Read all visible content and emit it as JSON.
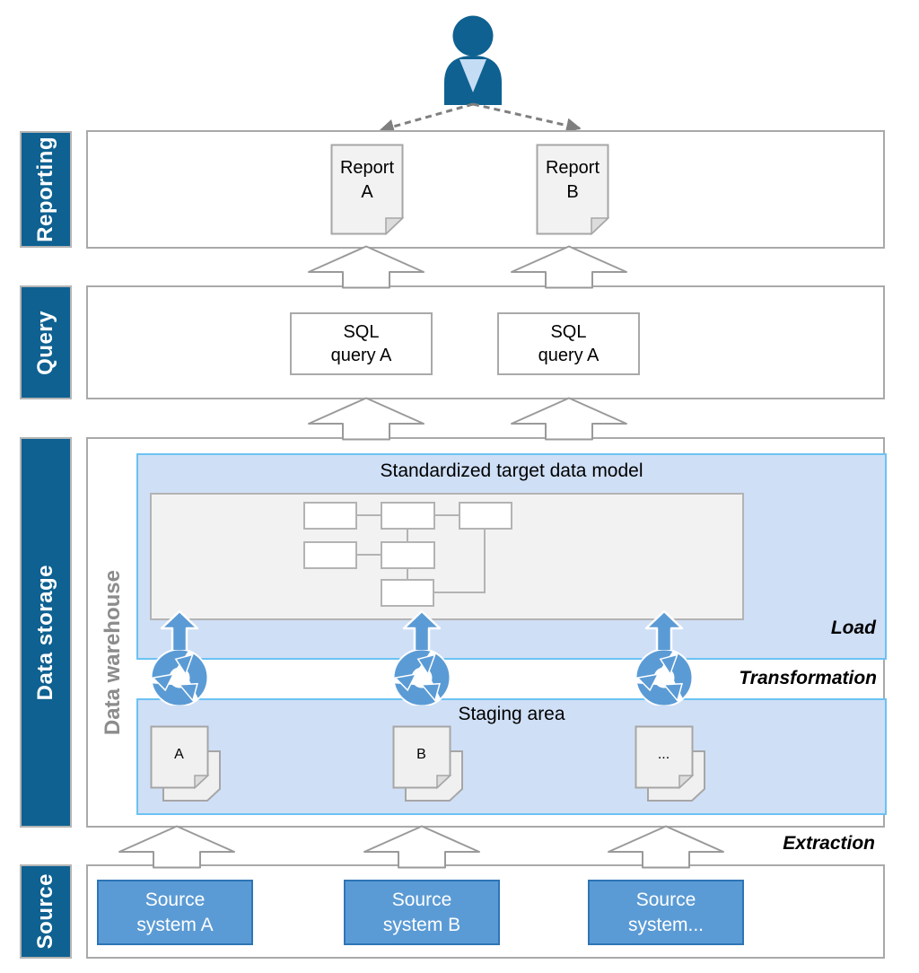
{
  "colors": {
    "dark_blue": "#0e6191",
    "medium_blue": "#5b9bd5",
    "medium_blue_border": "#2e75b6",
    "light_blue_fill": "#cfdff6",
    "light_blue_border": "#6cc2f2",
    "panel_gray_fill": "#f2f2f2",
    "border_gray": "#a9a9a9",
    "warehouse_text_gray": "#8c8c8c",
    "person_accent_light": "#c5dcf5"
  },
  "bands": {
    "reporting": "Reporting",
    "query": "Query",
    "data_storage": "Data storage",
    "source": "Source"
  },
  "reporting": {
    "reports": [
      {
        "line1": "Report",
        "line2": "A"
      },
      {
        "line1": "Report",
        "line2": "B"
      }
    ]
  },
  "query": {
    "boxes": [
      {
        "line1": "SQL",
        "line2": "query A"
      },
      {
        "line1": "SQL",
        "line2": "query A"
      }
    ]
  },
  "data_storage": {
    "warehouse_label": "Data warehouse",
    "target_model_title": "Standardized target data model",
    "load_label": "Load",
    "transformation_label": "Transformation",
    "staging_area_label": "Staging area",
    "staging_docs": [
      {
        "label": "A"
      },
      {
        "label": "B"
      },
      {
        "label": "..."
      }
    ]
  },
  "extraction_label": "Extraction",
  "source": {
    "systems": [
      {
        "line1": "Source",
        "line2": "system A"
      },
      {
        "line1": "Source",
        "line2": "system B"
      },
      {
        "line1": "Source",
        "line2": "system..."
      }
    ]
  }
}
